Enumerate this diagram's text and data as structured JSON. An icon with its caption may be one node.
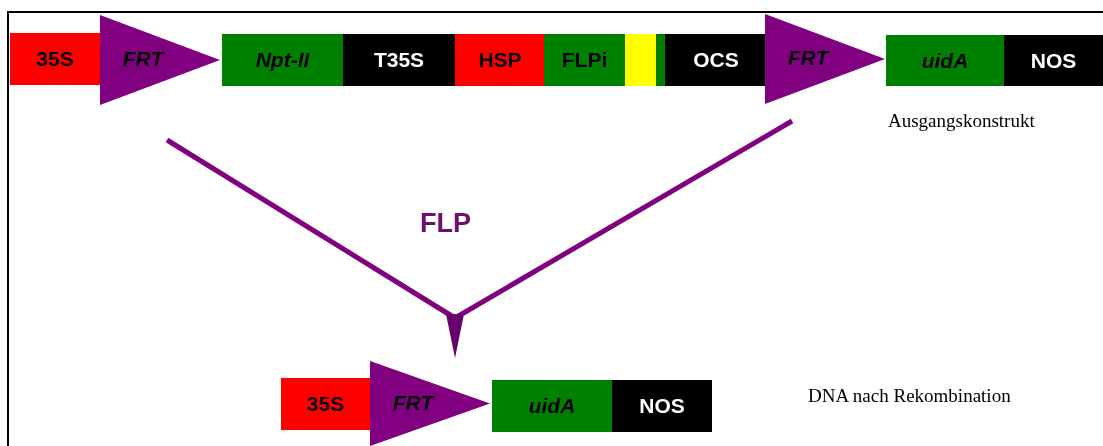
{
  "diagram": {
    "nodes": [
      {
        "text": [
          "35S"
        ]
      },
      {
        "text": [
          "FRT"
        ]
      },
      {
        "text": [
          "Npt-II"
        ]
      },
      {
        "text": [
          "T35S"
        ]
      },
      {
        "text": [
          "HSP"
        ]
      },
      {
        "text": [
          "FLPi"
        ]
      },
      {
        "text": [],
        "shape": "bar"
      },
      {
        "text": [],
        "shape": "bar"
      },
      {
        "text": [
          "OCS"
        ]
      },
      {
        "text": [
          "FRT"
        ]
      },
      {
        "text": [
          "uidA"
        ]
      },
      {
        "text": [
          "NOS"
        ]
      },
      {
        "text": [
          "35S"
        ]
      },
      {
        "text": [
          "FRT"
        ]
      },
      {
        "text": [
          "uidA"
        ]
      },
      {
        "text": [
          "NOS"
        ]
      }
    ],
    "labels": [
      "Ausgangskonstrukt",
      "FLP",
      "DNA nach Rekombination"
    ]
  }
}
